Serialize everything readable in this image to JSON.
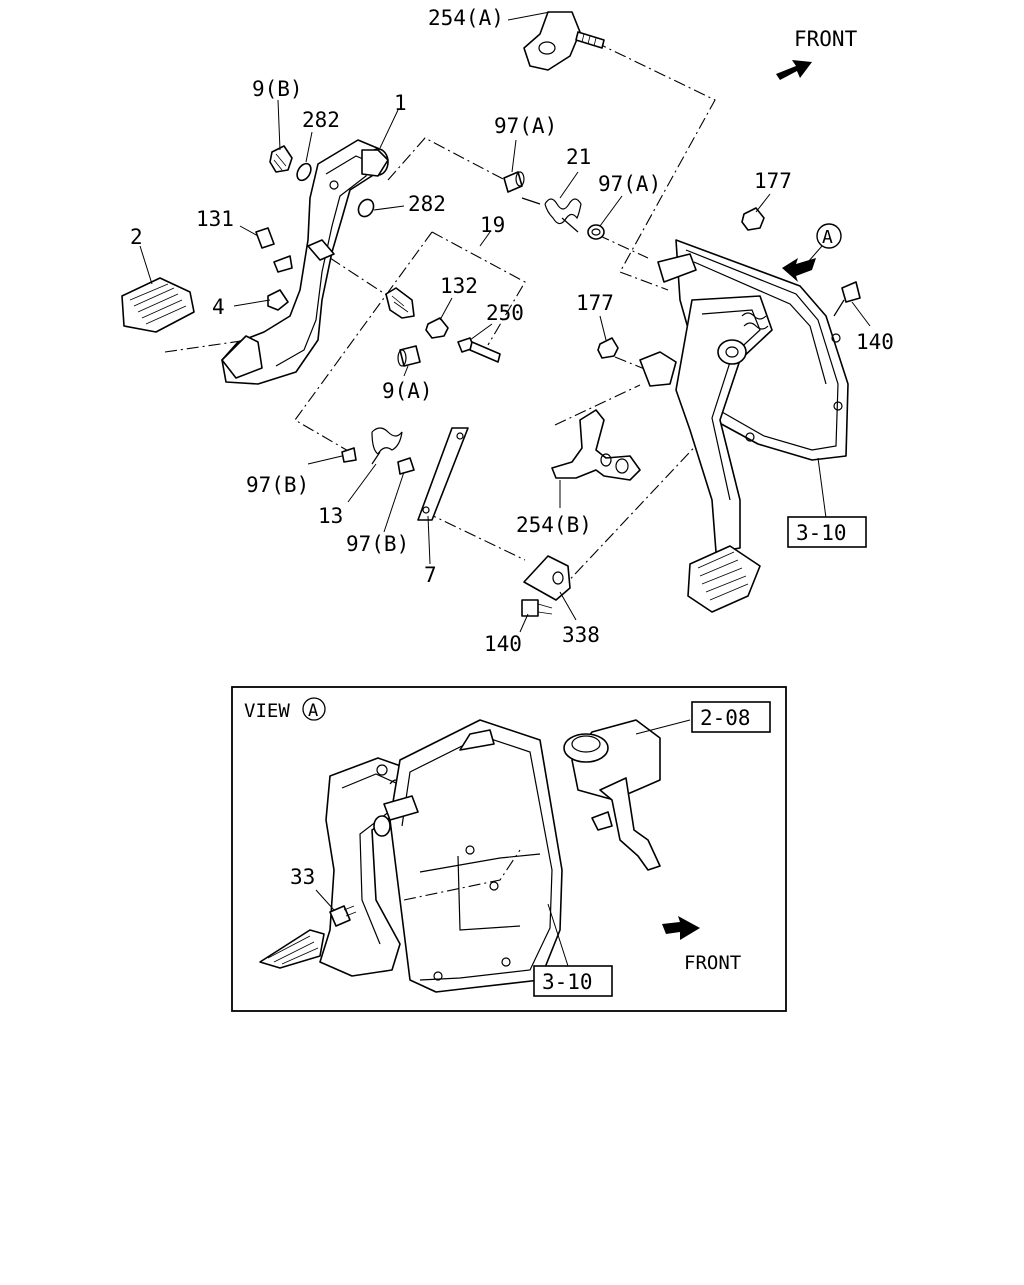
{
  "diagram": {
    "callouts": {
      "c254a": "254(A)",
      "c9b": "9(B)",
      "c282a": "282",
      "c1": "1",
      "c97a_1": "97(A)",
      "c21": "21",
      "c97a_2": "97(A)",
      "c177a": "177",
      "c282b": "282",
      "c19": "19",
      "c131": "131",
      "c2": "2",
      "c132": "132",
      "c250": "250",
      "c4": "4",
      "c177b": "177",
      "c140a": "140",
      "c9a": "9(A)",
      "c97b_1": "97(B)",
      "c13": "13",
      "c97b_2": "97(B)",
      "c7": "7",
      "c254b": "254(B)",
      "c140b": "140",
      "c338": "338",
      "c33": "33"
    },
    "front_label_top": "FRONT",
    "front_label_view": "FRONT",
    "view_marker": "A",
    "view_title": "VIEW",
    "view_title_marker": "A",
    "ref_boxes": {
      "ref_3_10_top": "3-10",
      "ref_2_08": "2-08",
      "ref_3_10_view": "3-10"
    }
  }
}
